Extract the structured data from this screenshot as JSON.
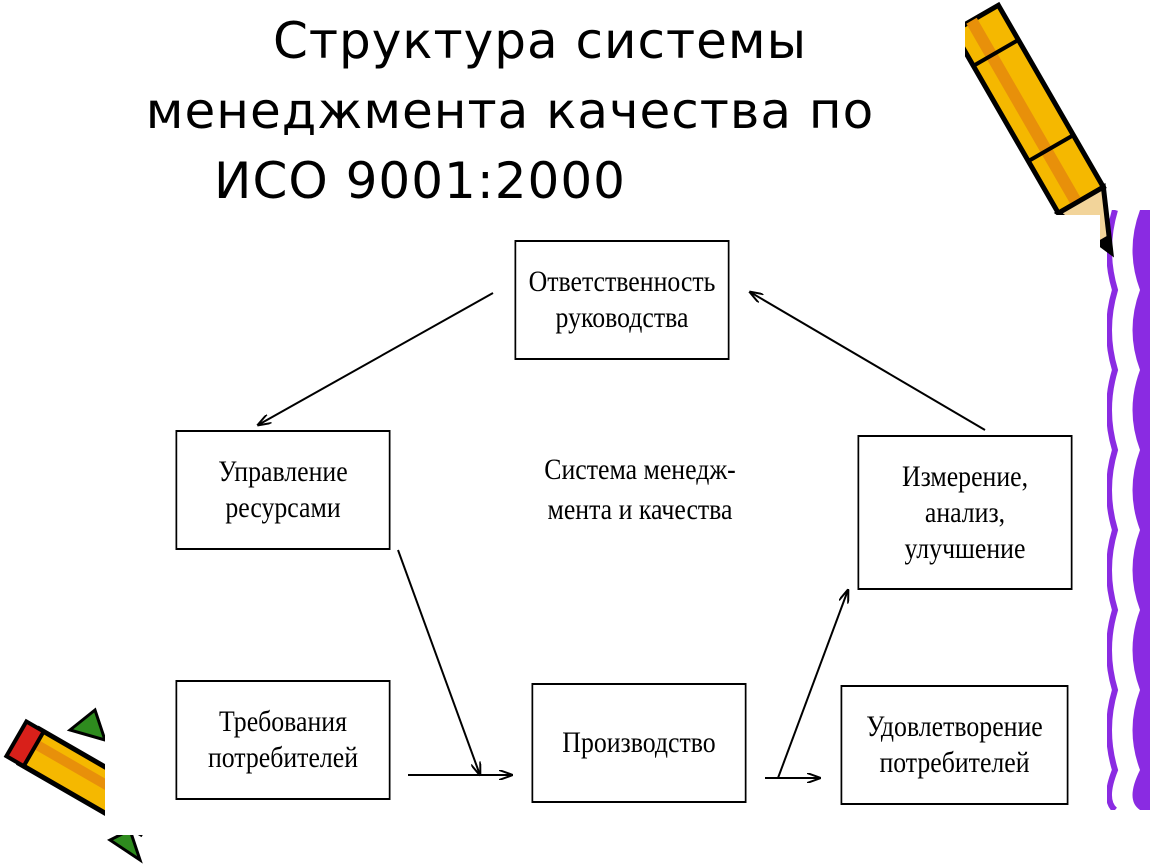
{
  "title": {
    "line1": "Структура системы",
    "line2": "менеджмента   качества по",
    "line3": "ИСО 9001:2000"
  },
  "diagram": {
    "responsibility": [
      "Ответственность",
      "руководства"
    ],
    "resources": [
      "Управление",
      "ресурсами"
    ],
    "center": [
      "Система менедж-",
      "мента и качества"
    ],
    "measurement": [
      "Измерение,",
      "анализ,",
      "улучшение"
    ],
    "requirements": [
      "Требования",
      "потребителей"
    ],
    "production": [
      "Производство"
    ],
    "satisfaction": [
      "Удовлетворение",
      "потребителей"
    ]
  },
  "decor": {
    "pencil_top_right": "pencil-icon",
    "pencil_bottom_left": "pencil-icon",
    "colors": {
      "pencil_yellow": "#f5b800",
      "pencil_orange": "#e8900a",
      "border_purple": "#8a2be2",
      "pencil_red": "#d8201a",
      "leaf_green": "#2e8b1e"
    }
  }
}
